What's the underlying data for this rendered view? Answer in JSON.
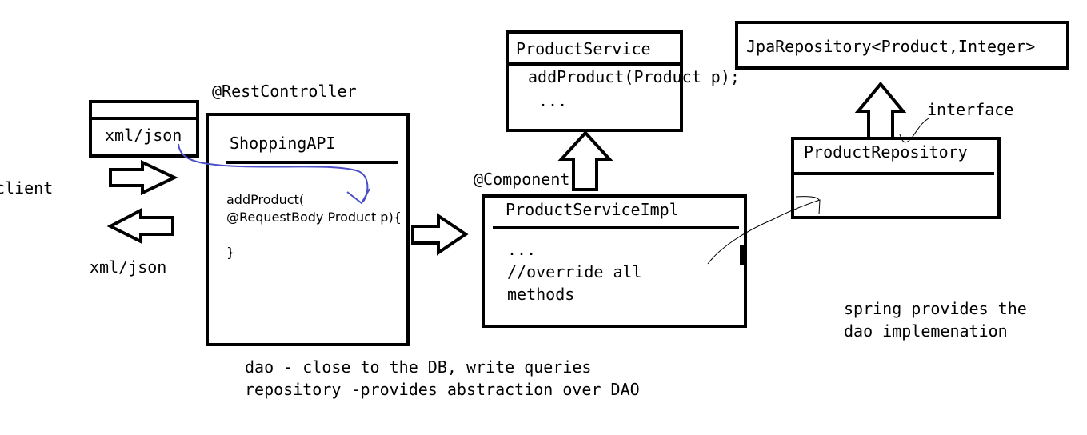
{
  "client": {
    "label": "client",
    "request_format": "xml/json",
    "response_format": "xml/json"
  },
  "controller": {
    "annotation": "@RestController",
    "name": "ShoppingAPI",
    "body_lines": [
      "addProduct(",
      "@RequestBody Product p){",
      "",
      "}"
    ]
  },
  "service_interface": {
    "name": "ProductService",
    "methods": [
      "addProduct(Product p);",
      "..."
    ]
  },
  "service_impl": {
    "annotation": "@Component",
    "name": "ProductServiceImpl",
    "body_lines": [
      "...",
      "//override all",
      "methods"
    ]
  },
  "jpa_repository": {
    "name": "JpaRepository<Product,Integer>"
  },
  "product_repository": {
    "name": "ProductRepository",
    "note": "interface"
  },
  "notes": {
    "spring_line1": "spring provides the",
    "spring_line2": "dao implemenation",
    "dao_line": "dao - close to the DB, write queries",
    "repository_line": "repository -provides abstraction over DAO"
  },
  "colors": {
    "ink": "#000000",
    "pen_blue": "#4b50c8"
  }
}
